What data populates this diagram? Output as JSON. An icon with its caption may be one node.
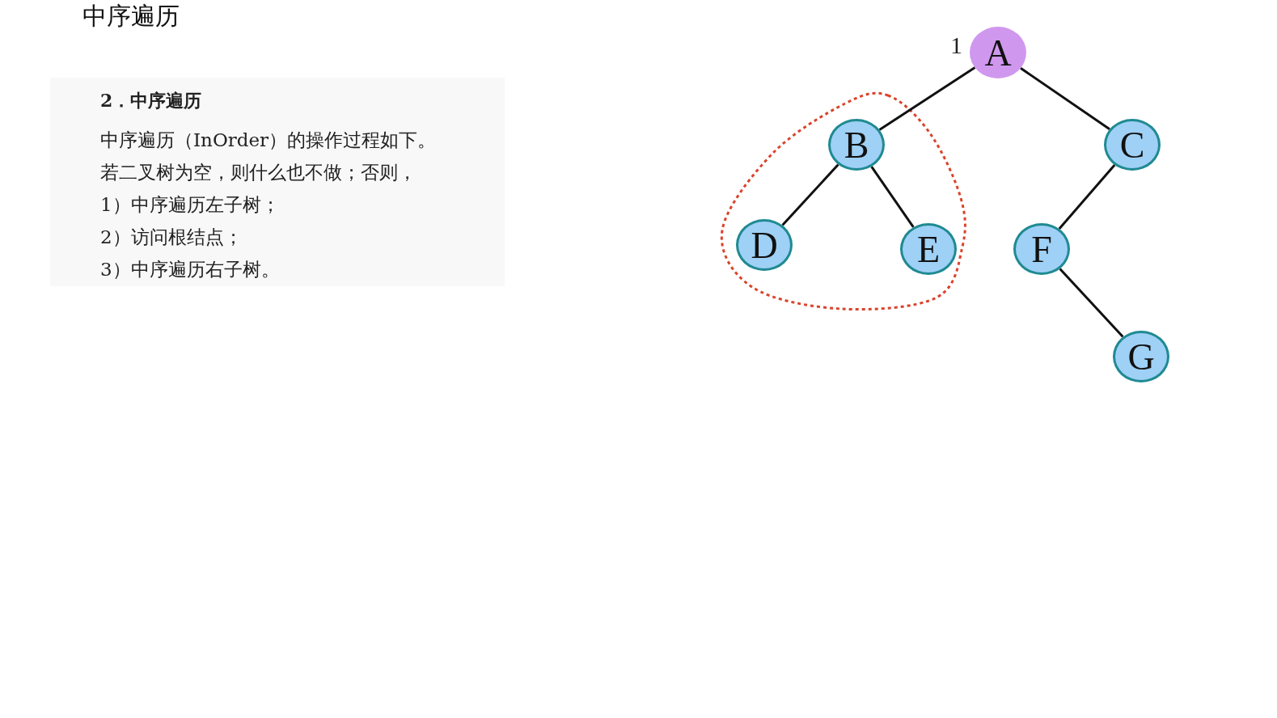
{
  "diagram": {
    "title": "中序遍历",
    "nodes": [
      {
        "text": [
          "A"
        ],
        "beside": [
          "1"
        ]
      },
      {
        "text": [
          "B"
        ]
      },
      {
        "text": [
          "C"
        ]
      },
      {
        "text": [
          "D"
        ]
      },
      {
        "text": [
          "E"
        ]
      },
      {
        "text": [
          "F"
        ]
      },
      {
        "text": [
          "G"
        ]
      }
    ],
    "edges": [
      {
        "from": 0,
        "to": 1,
        "arrow": "none"
      },
      {
        "from": 0,
        "to": 2,
        "arrow": "none"
      },
      {
        "from": 1,
        "to": 3,
        "arrow": "none"
      },
      {
        "from": 1,
        "to": 4,
        "arrow": "none"
      },
      {
        "from": 2,
        "to": 5,
        "arrow": "none"
      },
      {
        "from": 5,
        "to": 6,
        "arrow": "none"
      }
    ],
    "labels": [
      "2．中序遍历",
      "中序遍历（InOrder）的操作过程如下。",
      "若二叉树为空，则什么也不做；否则，",
      "1）中序遍历左子树；",
      "2）访问根结点；",
      "3）中序遍历右子树。"
    ]
  }
}
